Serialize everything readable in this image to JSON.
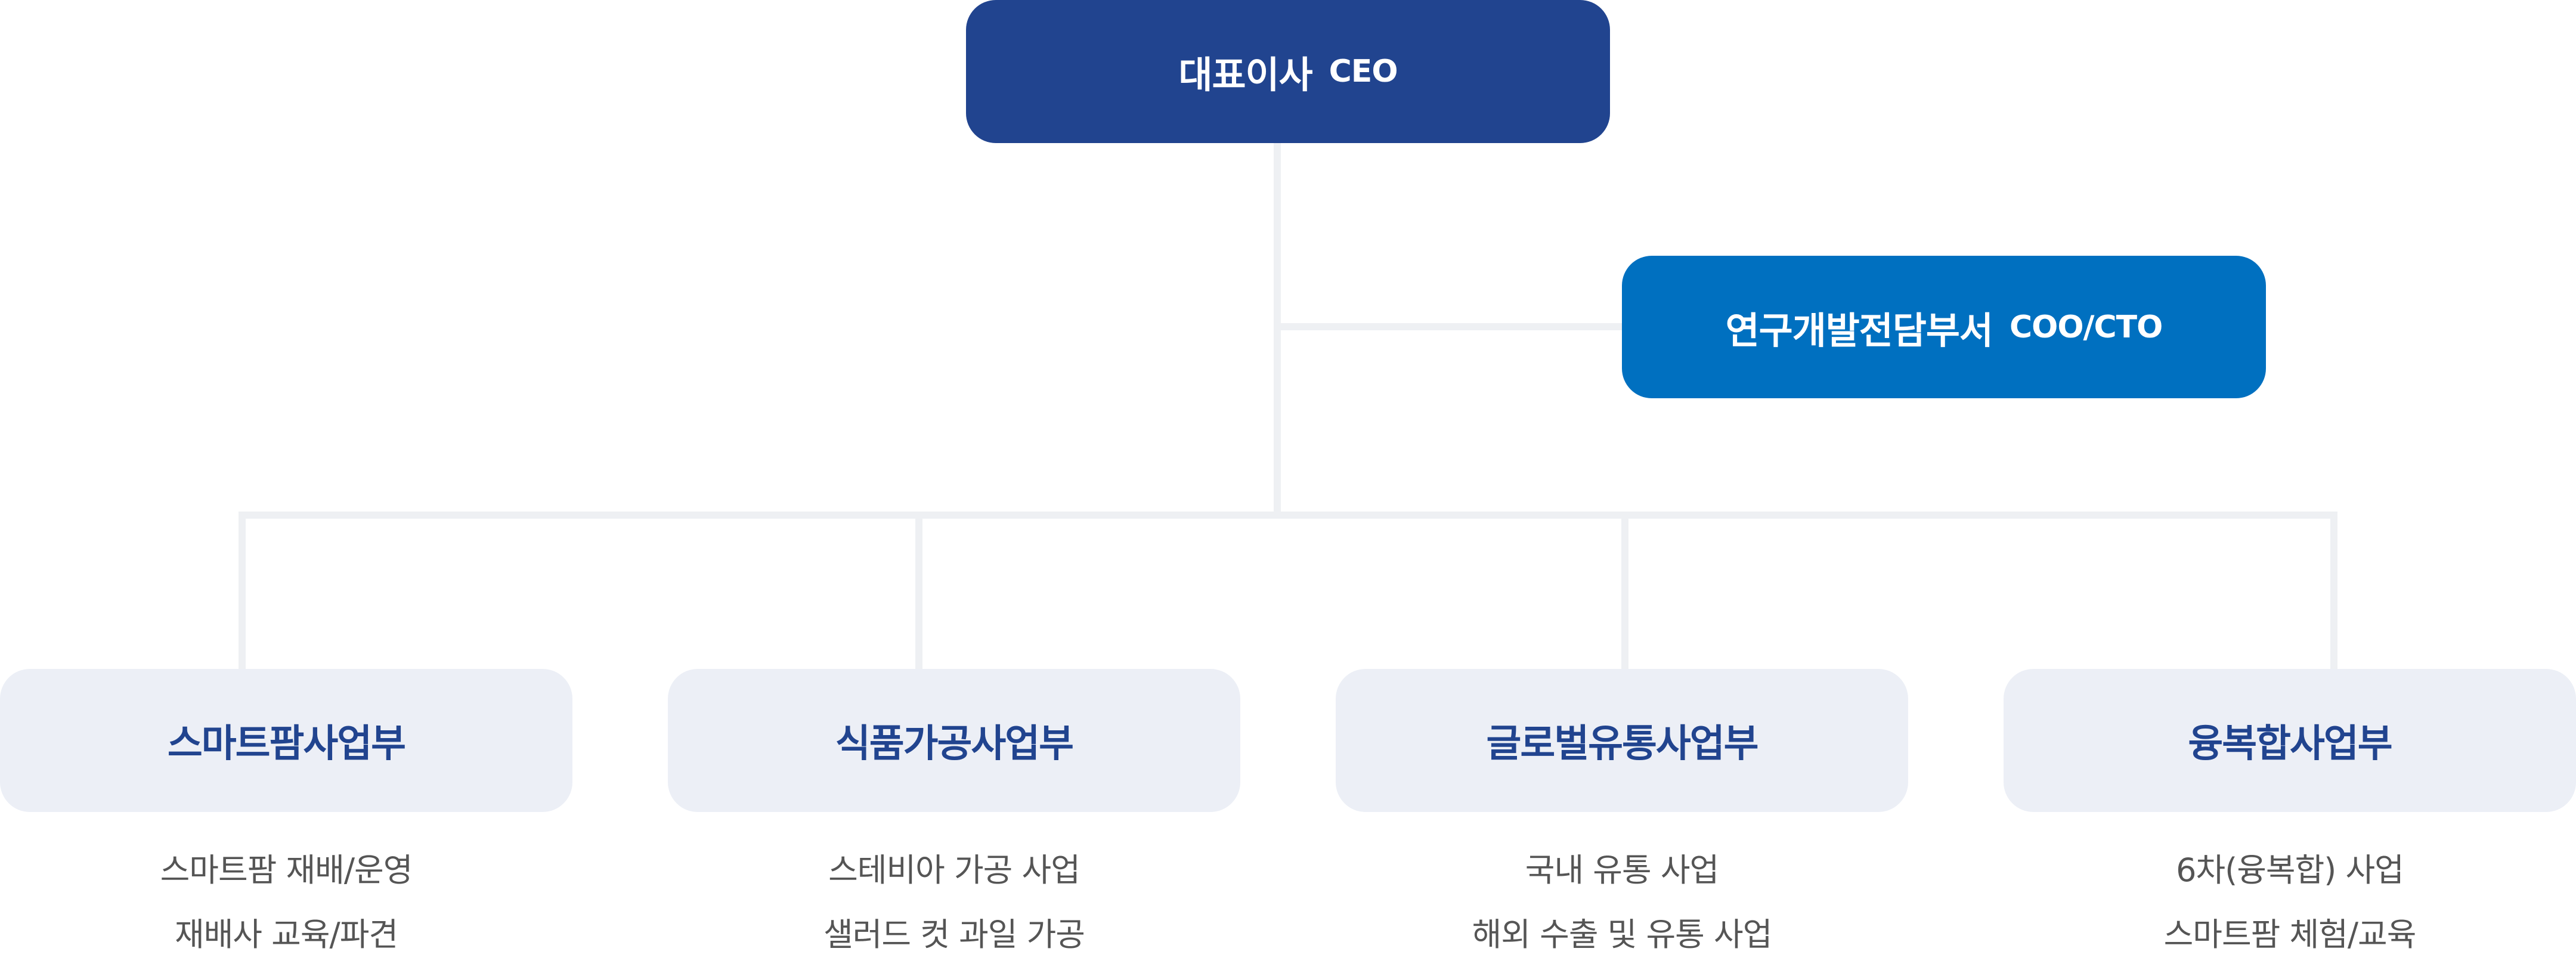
{
  "ceo": {
    "name": "대표이사",
    "role": "CEO"
  },
  "rnd": {
    "name": "연구개발전담부서",
    "role": "COO/CTO"
  },
  "divisions": [
    {
      "title": "스마트팜사업부",
      "items": [
        "스마트팜 재배/운영",
        "재배사 교육/파견"
      ]
    },
    {
      "title": "식품가공사업부",
      "items": [
        "스테비아 가공 사업",
        "샐러드 컷 과일 가공"
      ]
    },
    {
      "title": "글로벌유통사업부",
      "items": [
        "국내 유통 사업",
        "해외 수출 및 유통 사업"
      ]
    },
    {
      "title": "융복합사업부",
      "items": [
        "6차(융복합) 사업",
        "스마트팜 체험/교육"
      ]
    }
  ],
  "colors": {
    "ceo_box": "#21448f",
    "rnd_box": "#0070c0",
    "division_box": "#eceff6",
    "division_title": "#21448f",
    "item_text": "#555555",
    "connector": "#eef0f3"
  }
}
